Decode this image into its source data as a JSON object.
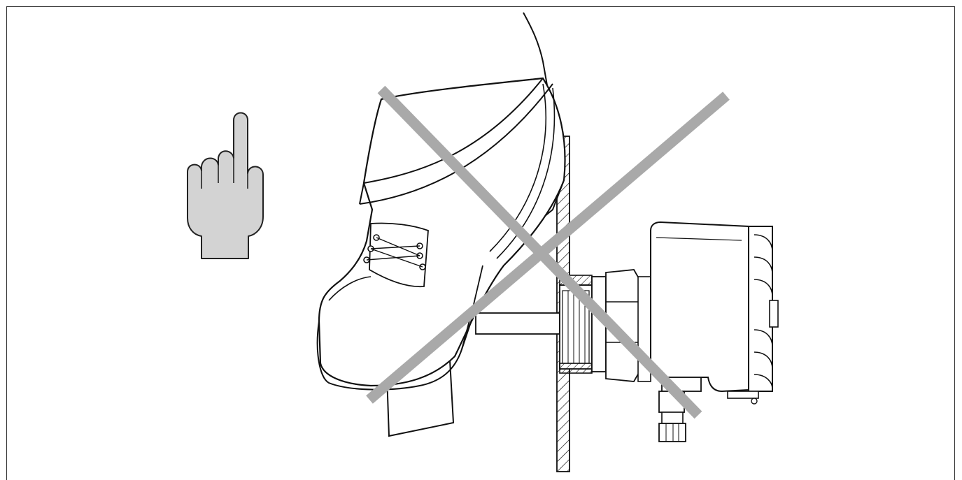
{
  "diagram": {
    "type": "safety-instruction-illustration",
    "colors": {
      "outline": "#111111",
      "warning_cross": "#a9a9a9",
      "hand_fill": "#d3d3d3",
      "background": "#ffffff",
      "hatch": "#111111"
    },
    "icons": {
      "notice": "raised-index-finger-icon",
      "prohibition": "prohibition-cross-icon"
    },
    "scene": {
      "footwear": "shoe",
      "device": "flange-mounted-instrument",
      "mounting": "vessel-wall-with-flange"
    }
  }
}
